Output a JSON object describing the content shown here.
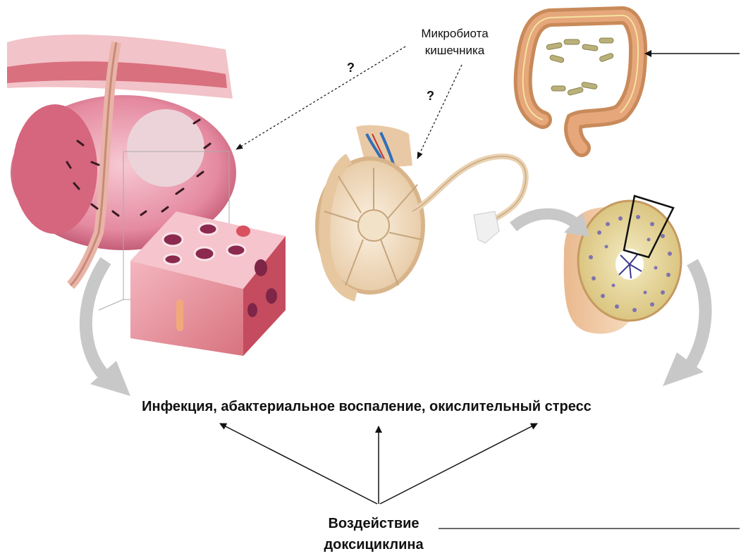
{
  "labels": {
    "microbiota_line1": "Микробиота",
    "microbiota_line2": "кишечника",
    "question_mark": "?",
    "effects": "Инфекция, абактериальное воспаление, окислительный стресс",
    "doxycycline_line1": "Воздействие",
    "doxycycline_line2": "доксициклина"
  },
  "colors": {
    "prostate_pink": "#e58aa0",
    "tissue_red": "#c94a5c",
    "testis_beige": "#f1dcc0",
    "intestine_tan": "#c98a5a",
    "bacteria_olive": "#b9b07a",
    "tubule_blue": "#6e63b5",
    "arrow_gray": "#c8c8c8",
    "line_black": "#111111"
  }
}
